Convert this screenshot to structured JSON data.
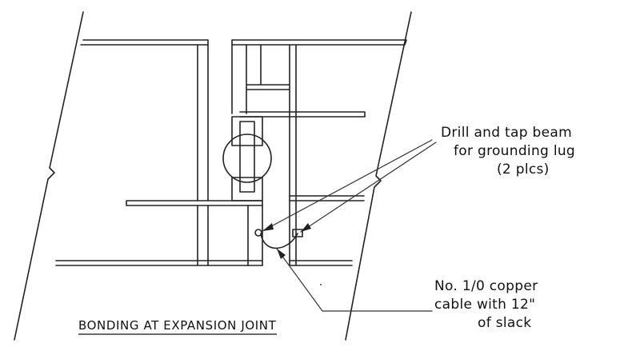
{
  "annotations": {
    "drill": [
      "Drill and tap beam",
      "for grounding lug",
      "(2 plcs)"
    ],
    "cable": [
      "No. 1/0 copper",
      "cable with 12\"",
      "of slack"
    ]
  },
  "title": "BONDING AT EXPANSION JOINT"
}
